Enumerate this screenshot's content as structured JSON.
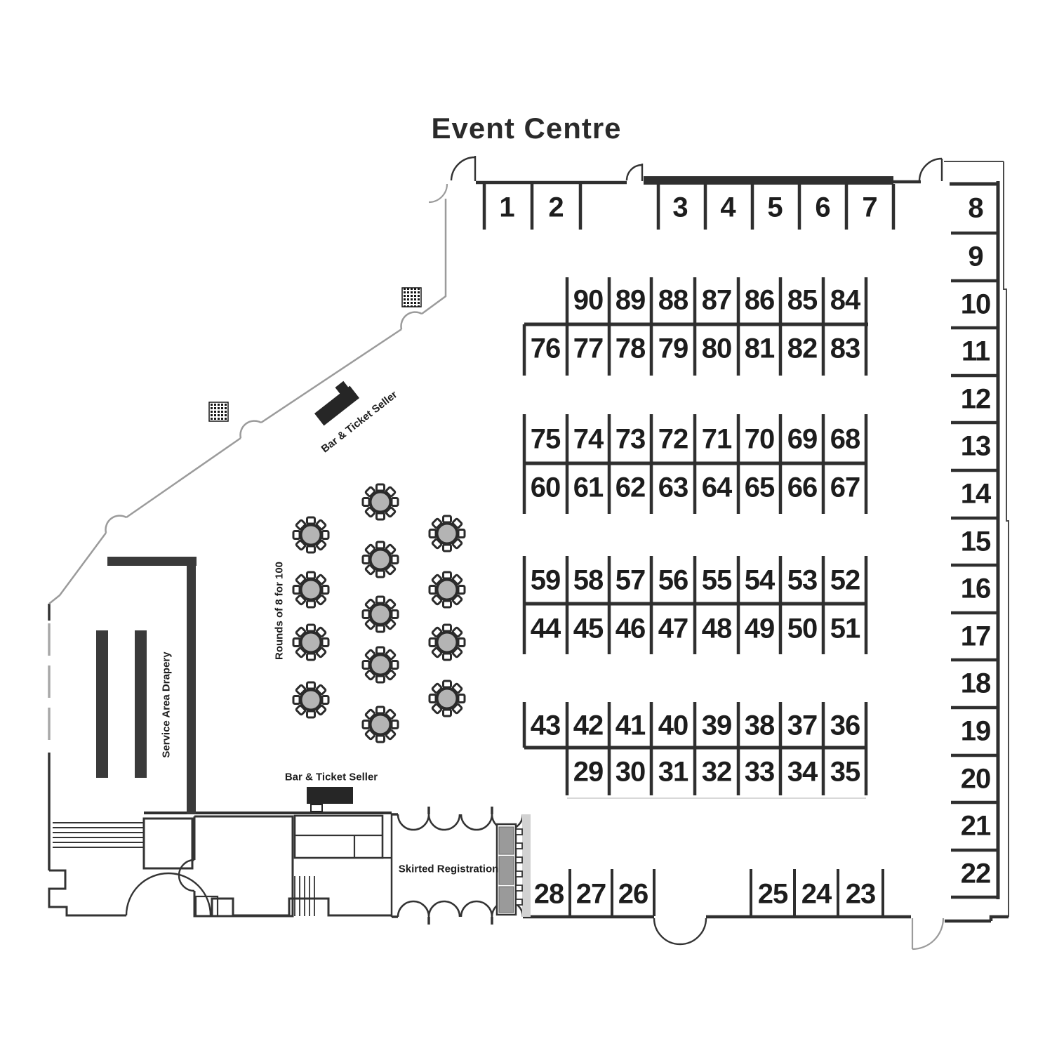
{
  "title": "Event Centre",
  "labels": {
    "bar_ticket_top": "Bar & Ticket Seller",
    "bar_ticket_bottom": "Bar & Ticket Seller",
    "skirted_registration": "Skirted Registration",
    "service_area_drapery": "Service Area Drapery",
    "rounds_of_8": "Rounds of 8 for 100"
  },
  "booths": {
    "top_row": [
      "1",
      "2",
      "3",
      "4",
      "5",
      "6",
      "7"
    ],
    "right_column": [
      "8",
      "9",
      "10",
      "11",
      "12",
      "13",
      "14",
      "15",
      "16",
      "17",
      "18",
      "19",
      "20",
      "21",
      "22"
    ],
    "block_a_top": [
      "90",
      "89",
      "88",
      "87",
      "86",
      "85",
      "84"
    ],
    "block_a_bottom": [
      "76",
      "77",
      "78",
      "79",
      "80",
      "81",
      "82",
      "83"
    ],
    "block_b_top": [
      "75",
      "74",
      "73",
      "72",
      "71",
      "70",
      "69",
      "68"
    ],
    "block_b_bottom": [
      "60",
      "61",
      "62",
      "63",
      "64",
      "65",
      "66",
      "67"
    ],
    "block_c_top": [
      "59",
      "58",
      "57",
      "56",
      "55",
      "54",
      "53",
      "52"
    ],
    "block_c_bottom": [
      "44",
      "45",
      "46",
      "47",
      "48",
      "49",
      "50",
      "51"
    ],
    "block_d_top": [
      "43",
      "42",
      "41",
      "40",
      "39",
      "38",
      "37",
      "36"
    ],
    "block_d_bottom": [
      "29",
      "30",
      "31",
      "32",
      "33",
      "34",
      "35"
    ],
    "bottom_left": [
      "28",
      "27",
      "26"
    ],
    "bottom_right": [
      "25",
      "24",
      "23"
    ]
  },
  "colors": {
    "wall": "#2f2f2f",
    "light_wall": "#9b9b9b",
    "table_fill": "#b4b4b4",
    "desk": "#262626",
    "registration_fill": "#9a9a9a"
  }
}
